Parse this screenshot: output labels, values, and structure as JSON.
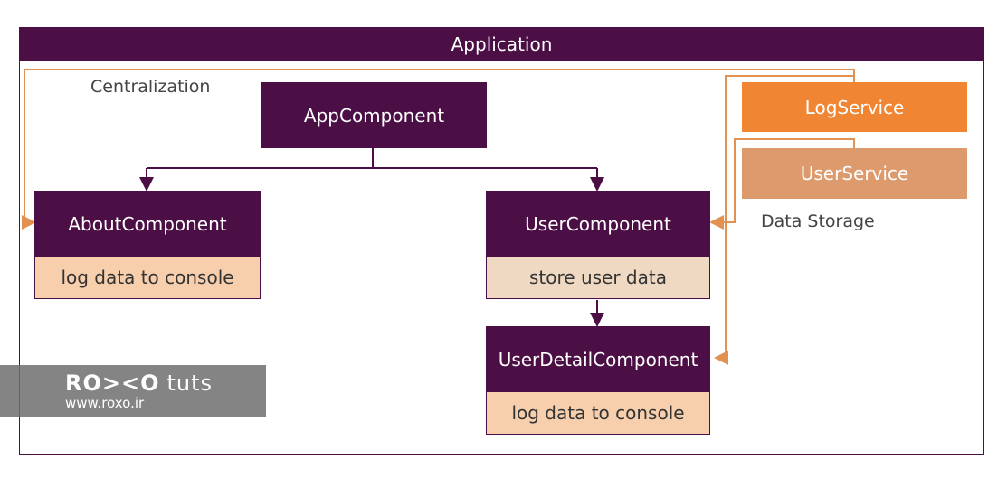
{
  "application": {
    "title": "Application"
  },
  "labels": {
    "centralization": "Centralization",
    "data_storage": "Data Storage"
  },
  "components": {
    "app": {
      "name": "AppComponent"
    },
    "about": {
      "name": "AboutComponent",
      "task": "log data to console"
    },
    "user": {
      "name": "UserComponent",
      "task": "store user data"
    },
    "user_detail": {
      "name": "UserDetailComponent",
      "task": "log data to console"
    }
  },
  "services": {
    "log": {
      "name": "LogService"
    },
    "user": {
      "name": "UserService"
    }
  },
  "watermark": {
    "brand": "RO><O",
    "suffix": "tuts",
    "url": "www.roxo.ir"
  },
  "colors": {
    "component": "#4b0f45",
    "log_service": "#f08534",
    "user_service": "#dd9b6d",
    "connector_orange": "#e39150"
  }
}
